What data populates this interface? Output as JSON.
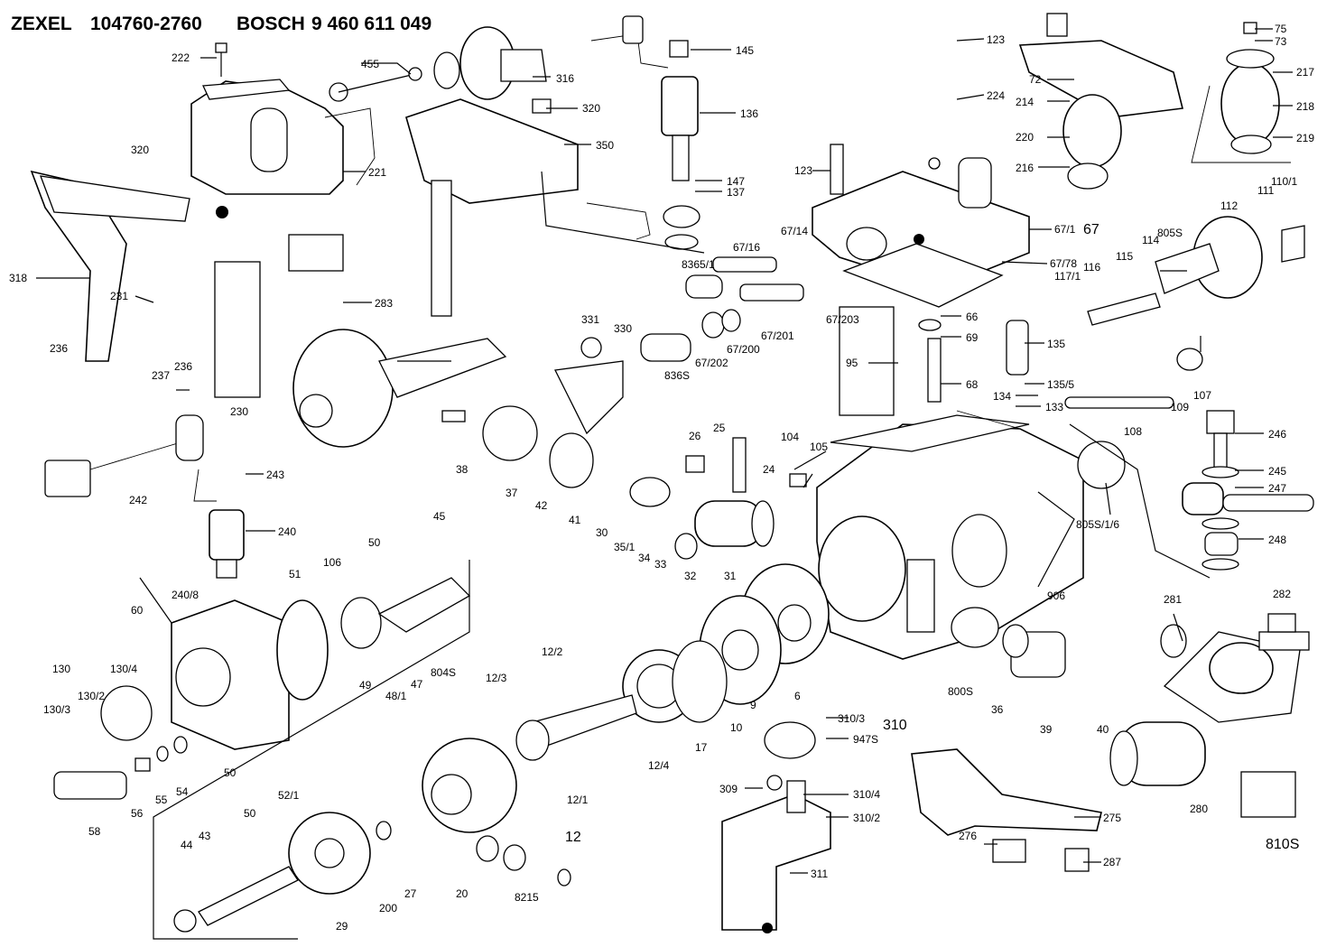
{
  "header": {
    "brand1": "ZEXEL",
    "part1": "104760-2760",
    "brand2": "BOSCH",
    "part2": "9 460 611 049"
  },
  "labels": {
    "l222": "222",
    "l455": "455",
    "l316": "316",
    "l320a": "320",
    "l350": "350",
    "l145": "145",
    "l136": "136",
    "l147": "147",
    "l137": "137",
    "l8365_1": "8365/1",
    "l123a": "123",
    "l224": "224",
    "l75": "75",
    "l73": "73",
    "l217": "217",
    "l72": "72",
    "l214": "214",
    "l218": "218",
    "l220": "220",
    "l219": "219",
    "l216": "216",
    "l221": "221",
    "l320b": "320",
    "l318": "318",
    "l231": "231",
    "l283": "283",
    "l236a": "236",
    "l237": "237",
    "l236b": "236",
    "l230": "230",
    "l123b": "123",
    "l67_1": "67/1",
    "l67": "67",
    "l67_14": "67/14",
    "l67_16": "67/16",
    "l67_78": "67/78",
    "l67_203": "67/203",
    "l67_201": "67/201",
    "l67_200": "67/200",
    "l67_202": "67/202",
    "l836s": "836S",
    "l112": "112",
    "l111": "111",
    "l110_1": "110/1",
    "l805s": "805S",
    "l115": "115",
    "l114": "114",
    "l116": "116",
    "l117_1": "117/1",
    "l331": "331",
    "l330": "330",
    "l66": "66",
    "l69": "69",
    "l95": "95",
    "l68": "68",
    "l135": "135",
    "l135_5": "135/5",
    "l134": "134",
    "l133": "133",
    "l107": "107",
    "l109": "109",
    "l108": "108",
    "l246": "246",
    "l245": "245",
    "l247": "247",
    "l248": "248",
    "l243": "243",
    "l242": "242",
    "l240": "240",
    "l240_8": "240/8",
    "l38": "38",
    "l37": "37",
    "l42": "42",
    "l41": "41",
    "l30": "30",
    "l35_1": "35/1",
    "l34": "34",
    "l33": "33",
    "l32": "32",
    "l31": "31",
    "l26": "26",
    "l25": "25",
    "l24": "24",
    "l104": "104",
    "l105": "105",
    "l805s_1_6": "805S/1/6",
    "l906": "906",
    "l45": "45",
    "l50a": "50",
    "l51": "51",
    "l106": "106",
    "l60": "60",
    "l130": "130",
    "l130_4": "130/4",
    "l130_2": "130/2",
    "l130_3": "130/3",
    "l49": "49",
    "l48_1": "48/1",
    "l47": "47",
    "l804s": "804S",
    "l50b": "50",
    "l56": "56",
    "l55": "55",
    "l54": "54",
    "l58": "58",
    "l12_2": "12/2",
    "l12_3": "12/3",
    "l12_4": "12/4",
    "l12_1": "12/1",
    "l12": "12",
    "l17": "17",
    "l10": "10",
    "l9": "9",
    "l6": "6",
    "l800s": "800S",
    "l36": "36",
    "l39": "39",
    "l40": "40",
    "l281": "281",
    "l282": "282",
    "l280": "280",
    "l810s": "810S",
    "l310_3": "310/3",
    "l310": "310",
    "l947s": "947S",
    "l309": "309",
    "l310_4": "310/4",
    "l310_2": "310/2",
    "l311": "311",
    "l275": "275",
    "l276": "276",
    "l287": "287",
    "l44": "44",
    "l43": "43",
    "l50c": "50",
    "l52_1": "52/1",
    "l29": "29",
    "l200": "200",
    "l27": "27",
    "l20": "20",
    "l8215": "8215"
  }
}
